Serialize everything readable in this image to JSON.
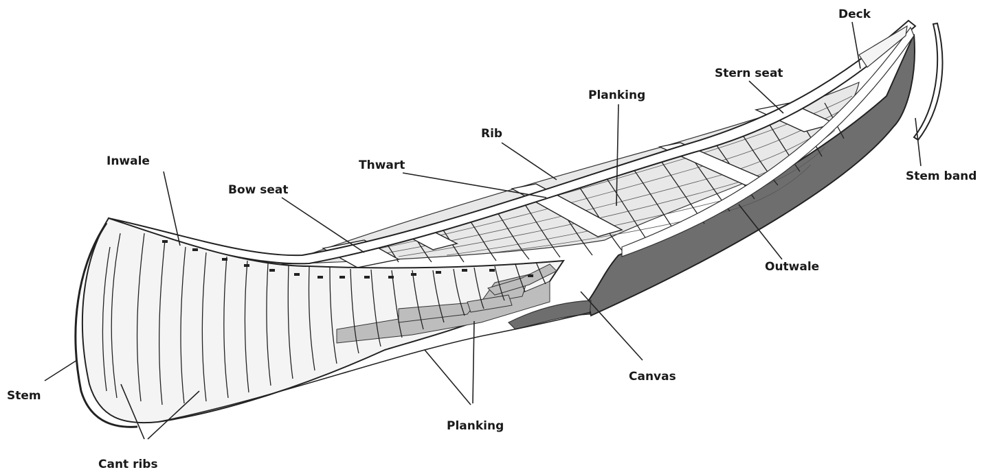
{
  "diagram": {
    "labels": {
      "deck": "Deck",
      "stern_seat": "Stern seat",
      "planking_top": "Planking",
      "rib": "Rib",
      "thwart": "Thwart",
      "stem_band": "Stem band",
      "inwale": "Inwale",
      "bow_seat": "Bow seat",
      "outwale": "Outwale",
      "canvas": "Canvas",
      "stem": "Stem",
      "planking_bottom": "Planking",
      "cant_ribs": "Cant ribs"
    },
    "colors": {
      "canvas_fill": "#6e6e6e",
      "planking_fill": "#bdbdbd",
      "wood_light": "#f4f4f4",
      "line": "#222222"
    }
  }
}
